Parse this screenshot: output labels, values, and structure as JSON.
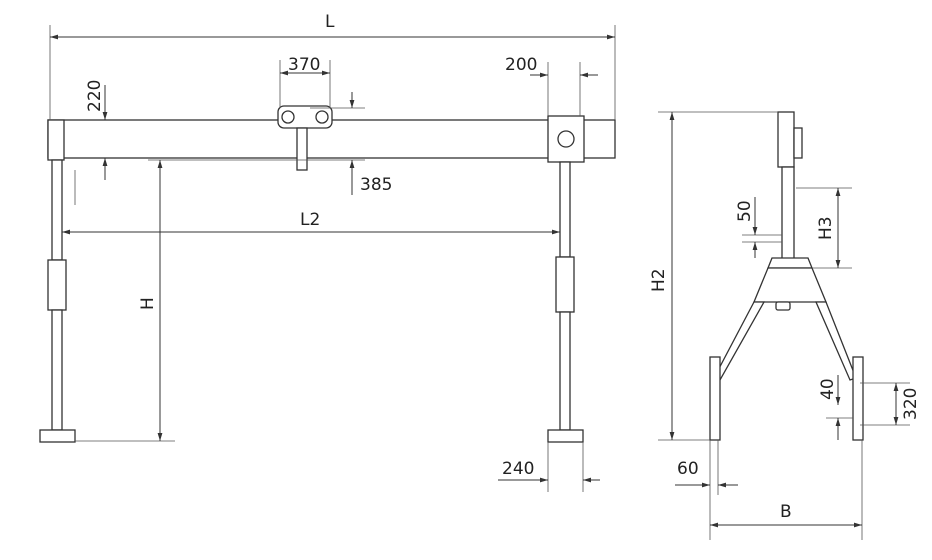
{
  "front_view": {
    "dims": {
      "L": "L",
      "trolley_width": "370",
      "post_width": "200",
      "beam_height": "220",
      "hanger_drop": "385",
      "L2": "L2",
      "H": "H",
      "foot_width": "240"
    }
  },
  "side_view": {
    "dims": {
      "H2": "H2",
      "mast_hole_pitch": "50",
      "H3": "H3",
      "leg_hole_pitch": "40",
      "leg_adjust": "320",
      "leg_width": "60",
      "B": "B"
    }
  }
}
